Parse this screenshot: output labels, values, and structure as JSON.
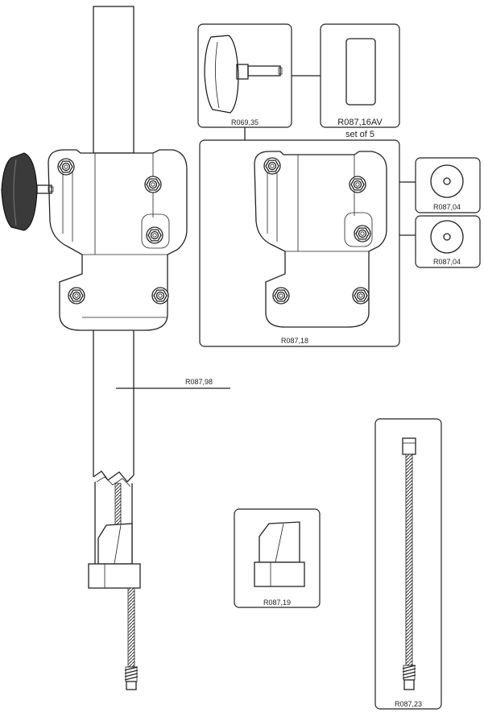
{
  "parts": {
    "knob": "R069,35",
    "nut_insert": "R087,16AV",
    "nut_insert_note": "set of 5",
    "washer_top": "R087,04",
    "washer_bottom": "R087,04",
    "clamp_body": "R087,18",
    "tube": "R087,98",
    "tip_block": "R087,19",
    "cable": "R087,23"
  },
  "colors": {
    "line": "#222222",
    "knob_fill": "#3a3a3a",
    "background": "#ffffff"
  }
}
